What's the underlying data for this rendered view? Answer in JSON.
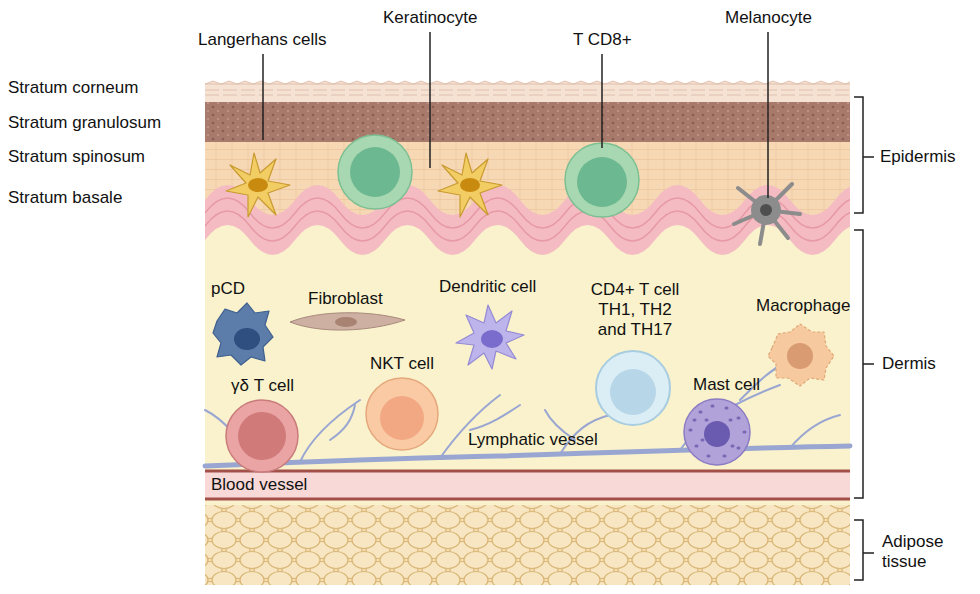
{
  "diagram": {
    "labels": [
      "Langerhans cells",
      "Keratinocyte",
      "T CD8+",
      "Melanocyte",
      "Stratum corneum",
      "Stratum granulosum",
      "Stratum spinosum",
      "Stratum basale",
      "Epidermis",
      "pCD",
      "Fibroblast",
      "Dendritic cell",
      "CD4+ T cell TH1, TH2 and TH17",
      "Macrophage",
      "Dermis",
      "γδ T cell",
      "NKT cell",
      "Mast cell",
      "Lymphatic vessel",
      "Blood vessel",
      "Adipose tissue"
    ]
  }
}
